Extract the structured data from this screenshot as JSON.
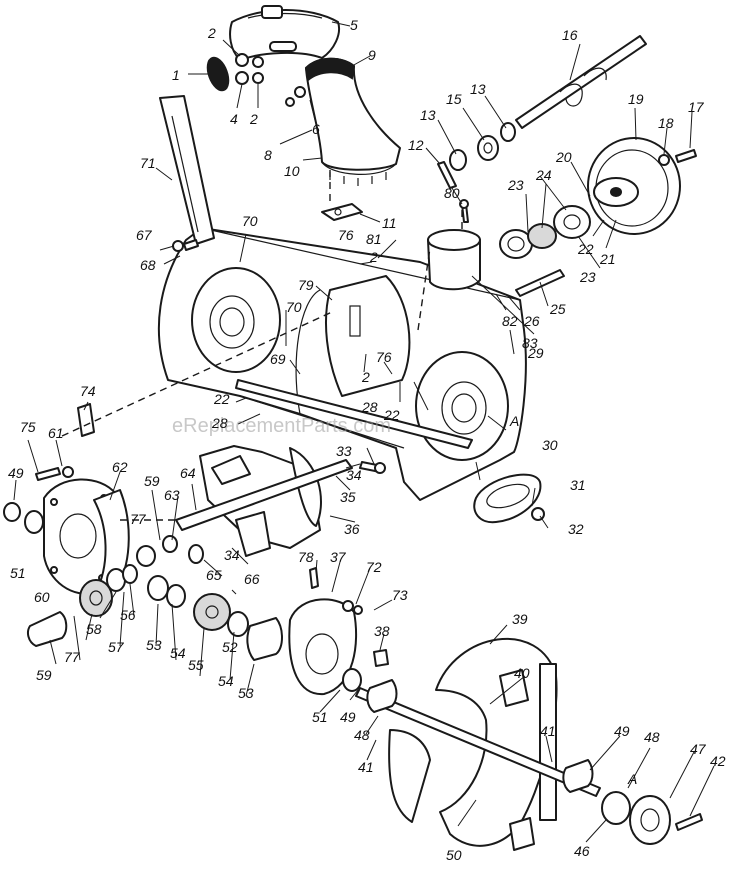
{
  "watermark": "eReplacementParts.com",
  "callouts": [
    {
      "id": "c1",
      "text": "1"
    },
    {
      "id": "c2a",
      "text": "2"
    },
    {
      "id": "c2b",
      "text": "2"
    },
    {
      "id": "c2c",
      "text": "2"
    },
    {
      "id": "c2d",
      "text": "2"
    },
    {
      "id": "c4",
      "text": "4"
    },
    {
      "id": "c5",
      "text": "5"
    },
    {
      "id": "c6",
      "text": "6"
    },
    {
      "id": "c8",
      "text": "8"
    },
    {
      "id": "c9",
      "text": "9"
    },
    {
      "id": "c10",
      "text": "10"
    },
    {
      "id": "c11",
      "text": "11"
    },
    {
      "id": "c12",
      "text": "12"
    },
    {
      "id": "c13a",
      "text": "13"
    },
    {
      "id": "c13b",
      "text": "13"
    },
    {
      "id": "c15",
      "text": "15"
    },
    {
      "id": "c16",
      "text": "16"
    },
    {
      "id": "c17",
      "text": "17"
    },
    {
      "id": "c18",
      "text": "18"
    },
    {
      "id": "c19",
      "text": "19"
    },
    {
      "id": "c20",
      "text": "20"
    },
    {
      "id": "c21",
      "text": "21"
    },
    {
      "id": "c22a",
      "text": "22"
    },
    {
      "id": "c22b",
      "text": "22"
    },
    {
      "id": "c22c",
      "text": "22"
    },
    {
      "id": "c23a",
      "text": "23"
    },
    {
      "id": "c23b",
      "text": "23"
    },
    {
      "id": "c24",
      "text": "24"
    },
    {
      "id": "c25",
      "text": "25"
    },
    {
      "id": "c26",
      "text": "26"
    },
    {
      "id": "c28a",
      "text": "28"
    },
    {
      "id": "c28b",
      "text": "28"
    },
    {
      "id": "c29",
      "text": "29"
    },
    {
      "id": "c30",
      "text": "30"
    },
    {
      "id": "c31",
      "text": "31"
    },
    {
      "id": "c32",
      "text": "32"
    },
    {
      "id": "c33",
      "text": "33"
    },
    {
      "id": "c34a",
      "text": "34"
    },
    {
      "id": "c34b",
      "text": "34"
    },
    {
      "id": "c35",
      "text": "35"
    },
    {
      "id": "c36",
      "text": "36"
    },
    {
      "id": "c37",
      "text": "37"
    },
    {
      "id": "c38",
      "text": "38"
    },
    {
      "id": "c39",
      "text": "39"
    },
    {
      "id": "c40",
      "text": "40"
    },
    {
      "id": "c41a",
      "text": "41"
    },
    {
      "id": "c41b",
      "text": "41"
    },
    {
      "id": "c42",
      "text": "42"
    },
    {
      "id": "c46",
      "text": "46"
    },
    {
      "id": "c47",
      "text": "47"
    },
    {
      "id": "c48a",
      "text": "48"
    },
    {
      "id": "c48b",
      "text": "48"
    },
    {
      "id": "c49a",
      "text": "49"
    },
    {
      "id": "c49b",
      "text": "49"
    },
    {
      "id": "c49c",
      "text": "49"
    },
    {
      "id": "c50",
      "text": "50"
    },
    {
      "id": "c51a",
      "text": "51"
    },
    {
      "id": "c51b",
      "text": "51"
    },
    {
      "id": "c52",
      "text": "52"
    },
    {
      "id": "c53a",
      "text": "53"
    },
    {
      "id": "c53b",
      "text": "53"
    },
    {
      "id": "c54a",
      "text": "54"
    },
    {
      "id": "c54b",
      "text": "54"
    },
    {
      "id": "c55",
      "text": "55"
    },
    {
      "id": "c56",
      "text": "56"
    },
    {
      "id": "c57",
      "text": "57"
    },
    {
      "id": "c58",
      "text": "58"
    },
    {
      "id": "c59a",
      "text": "59"
    },
    {
      "id": "c59b",
      "text": "59"
    },
    {
      "id": "c60",
      "text": "60"
    },
    {
      "id": "c61",
      "text": "61"
    },
    {
      "id": "c62",
      "text": "62"
    },
    {
      "id": "c63",
      "text": "63"
    },
    {
      "id": "c64",
      "text": "64"
    },
    {
      "id": "c65",
      "text": "65"
    },
    {
      "id": "c66",
      "text": "66"
    },
    {
      "id": "c67",
      "text": "67"
    },
    {
      "id": "c68",
      "text": "68"
    },
    {
      "id": "c69",
      "text": "69"
    },
    {
      "id": "c70a",
      "text": "70"
    },
    {
      "id": "c70b",
      "text": "70"
    },
    {
      "id": "c71",
      "text": "71"
    },
    {
      "id": "c72",
      "text": "72"
    },
    {
      "id": "c73",
      "text": "73"
    },
    {
      "id": "c74",
      "text": "74"
    },
    {
      "id": "c75",
      "text": "75"
    },
    {
      "id": "c76a",
      "text": "76"
    },
    {
      "id": "c76b",
      "text": "76"
    },
    {
      "id": "c77a",
      "text": "77"
    },
    {
      "id": "c77b",
      "text": "77"
    },
    {
      "id": "c78",
      "text": "78"
    },
    {
      "id": "c79",
      "text": "79"
    },
    {
      "id": "c80",
      "text": "80"
    },
    {
      "id": "c81",
      "text": "81"
    },
    {
      "id": "c82",
      "text": "82"
    },
    {
      "id": "c83",
      "text": "83"
    },
    {
      "id": "cA1",
      "text": "A"
    },
    {
      "id": "cA2",
      "text": "A"
    }
  ]
}
